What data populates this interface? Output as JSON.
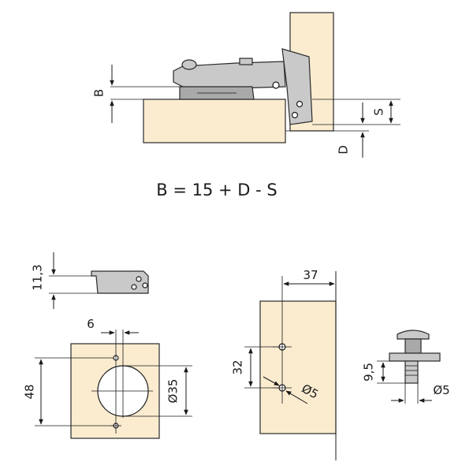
{
  "top_view": {
    "label_b": "B",
    "label_s": "S",
    "label_d": "D"
  },
  "formula": "B = 15 + D - S",
  "side_plate": {
    "height_label": "11,3"
  },
  "cup_drawing": {
    "offset_label": "6",
    "height_label": "48",
    "diameter_label": "Ø35"
  },
  "mounting_plate": {
    "width_label": "37",
    "spacing_label": "32",
    "hole_label": "Ø5"
  },
  "dowel": {
    "length_label": "9,5",
    "diameter_label": "Ø5"
  }
}
